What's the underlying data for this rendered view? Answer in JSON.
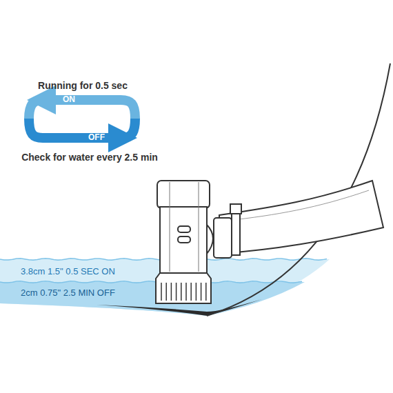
{
  "diagram": {
    "labels": [
      "Running for 0.5 sec",
      "ON",
      "OFF",
      "Check for water every 2.5 min",
      "3.8cm 1.5\" 0.5 SEC ON",
      "2cm 0.75\" 2.5 MIN OFF"
    ]
  }
}
